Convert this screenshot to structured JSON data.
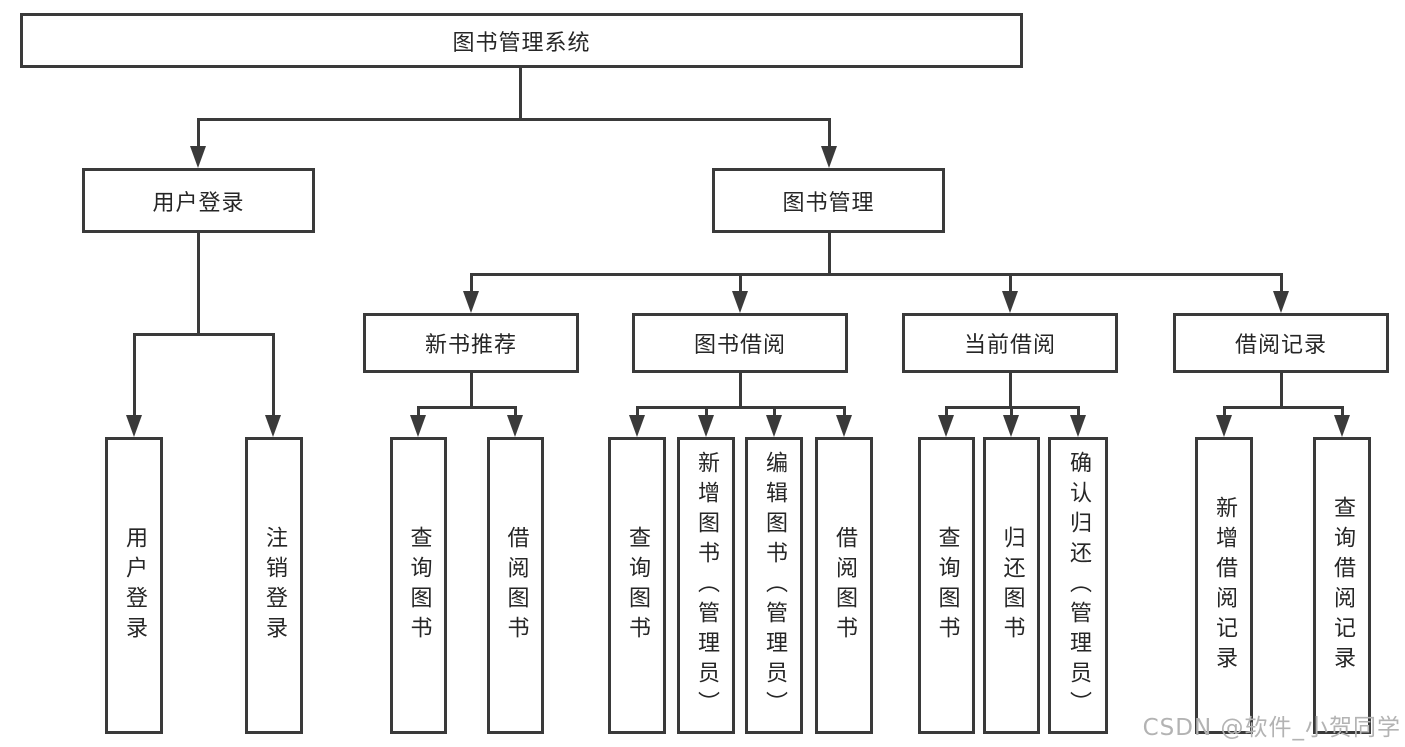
{
  "watermark": "CSDN @软件_小贺同学",
  "colors": {
    "line": "#3a3a3a",
    "text": "#262626",
    "watermark": "#b3b3b3",
    "background": "#ffffff"
  },
  "tree": {
    "root": {
      "label": "图书管理系统",
      "children": [
        {
          "label": "用户登录",
          "children": [
            {
              "label": "用户登录"
            },
            {
              "label": "注销登录"
            }
          ]
        },
        {
          "label": "图书管理",
          "children": [
            {
              "label": "新书推荐",
              "children": [
                {
                  "label": "查询图书"
                },
                {
                  "label": "借阅图书"
                }
              ]
            },
            {
              "label": "图书借阅",
              "children": [
                {
                  "label": "查询图书"
                },
                {
                  "label": "新增图书（管理员）"
                },
                {
                  "label": "编辑图书（管理员）"
                },
                {
                  "label": "借阅图书"
                }
              ]
            },
            {
              "label": "当前借阅",
              "children": [
                {
                  "label": "查询图书"
                },
                {
                  "label": "归还图书"
                },
                {
                  "label": "确认归还（管理员）"
                }
              ]
            },
            {
              "label": "借阅记录",
              "children": [
                {
                  "label": "新增借阅记录"
                },
                {
                  "label": "查询借阅记录"
                }
              ]
            }
          ]
        }
      ]
    }
  }
}
